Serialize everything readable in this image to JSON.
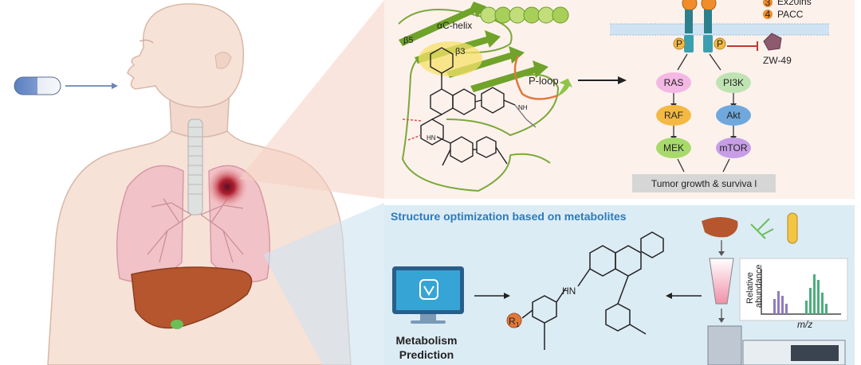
{
  "top_panel": {
    "helix_label": "αC-helix",
    "beta5_label": "β5",
    "beta3_label": "β3",
    "ploop_label": "P-loop",
    "nh_label": "NH",
    "hn_label": "HN",
    "legend": [
      {
        "num": "3",
        "text": "Ex20ins"
      },
      {
        "num": "4",
        "text": "PACC"
      }
    ],
    "inhibitor_label": "ZW-49",
    "phospho_label": "P",
    "pathway_left": [
      "RAS",
      "RAF",
      "MEK"
    ],
    "pathway_right": [
      "PI3K",
      "Akt",
      "mTOR"
    ],
    "outcome_label": "Tumor growth & surviva l"
  },
  "bottom_panel": {
    "title": "Structure optimization based on metabolites",
    "prediction_label_line1": "Metabolism",
    "prediction_label_line2": "Prediction",
    "r_group_label": "R",
    "r_group_sub": "1",
    "hn_label": "HN",
    "ms_ylabel_line1": "Relative",
    "ms_ylabel_line2": "abundance",
    "ms_xlabel": "m/z",
    "colors": {
      "panel_bg": "#dcecf5",
      "title": "#2a7bbf",
      "node_ras": "#f3b8e3",
      "node_pi3k": "#bfe3b2",
      "node_raf": "#f4b942",
      "node_akt": "#6fa8dc",
      "node_mek": "#a8d96b",
      "node_mtor": "#c79ee6"
    }
  }
}
